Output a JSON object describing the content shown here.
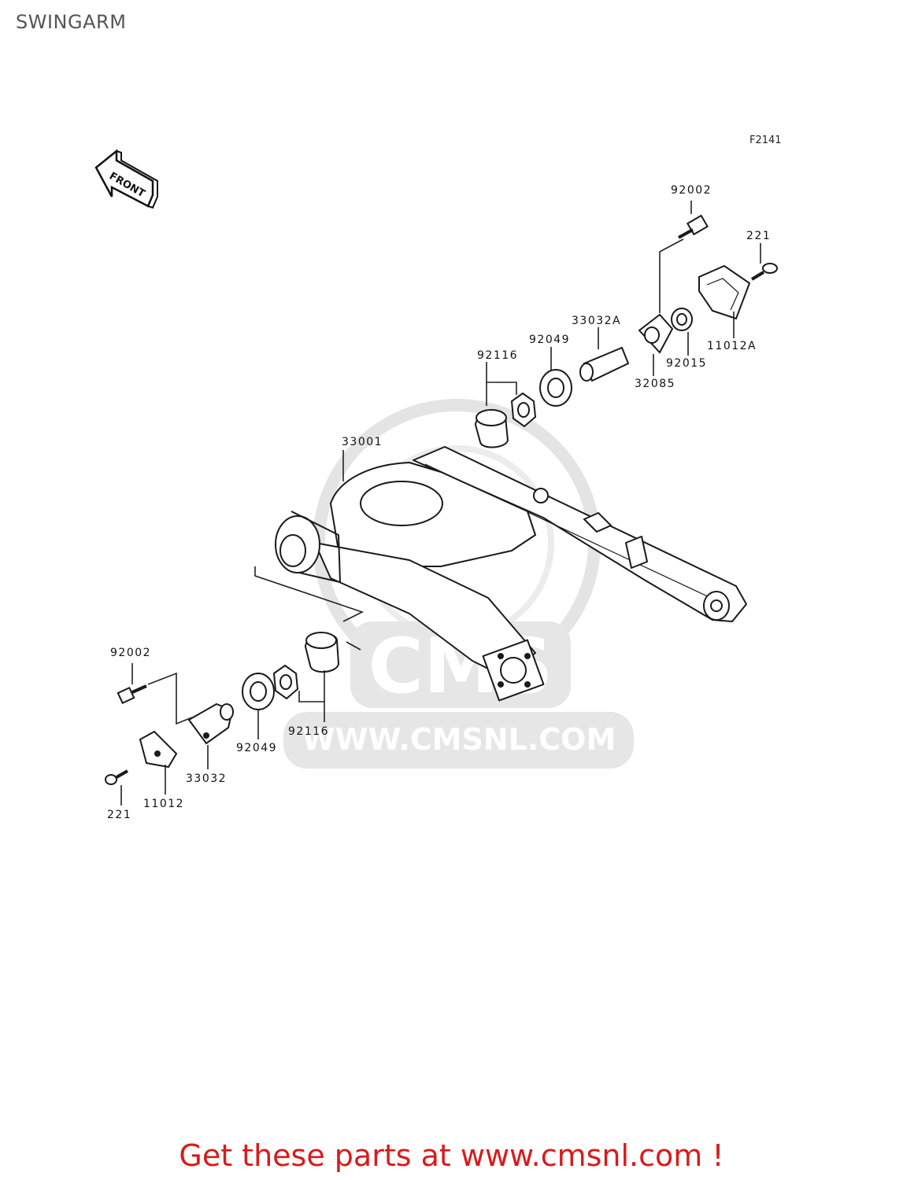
{
  "page": {
    "title": "SWINGARM"
  },
  "diagram": {
    "figure_code": "F2141",
    "direction_indicator": "FRONT",
    "watermark": {
      "brand": "CMS",
      "url": "WWW.CMSNL.COM"
    },
    "parts": [
      {
        "id": "p1",
        "number": "92002"
      },
      {
        "id": "p2",
        "number": "221"
      },
      {
        "id": "p3",
        "number": "33032A"
      },
      {
        "id": "p4",
        "number": "92049"
      },
      {
        "id": "p5",
        "number": "92116"
      },
      {
        "id": "p6",
        "number": "32085"
      },
      {
        "id": "p7",
        "number": "92015"
      },
      {
        "id": "p8",
        "number": "11012A"
      },
      {
        "id": "p9",
        "number": "33001"
      },
      {
        "id": "p10",
        "number": "92002"
      },
      {
        "id": "p11",
        "number": "92116"
      },
      {
        "id": "p12",
        "number": "92049"
      },
      {
        "id": "p13",
        "number": "33032"
      },
      {
        "id": "p14",
        "number": "11012"
      },
      {
        "id": "p15",
        "number": "221"
      }
    ]
  },
  "footer": {
    "cta_text": "Get these parts at www.cmsnl.com !"
  },
  "colors": {
    "footer_red": "#d81b1b",
    "watermark_gray": "#e4e4e4",
    "line_dark": "#222222"
  }
}
